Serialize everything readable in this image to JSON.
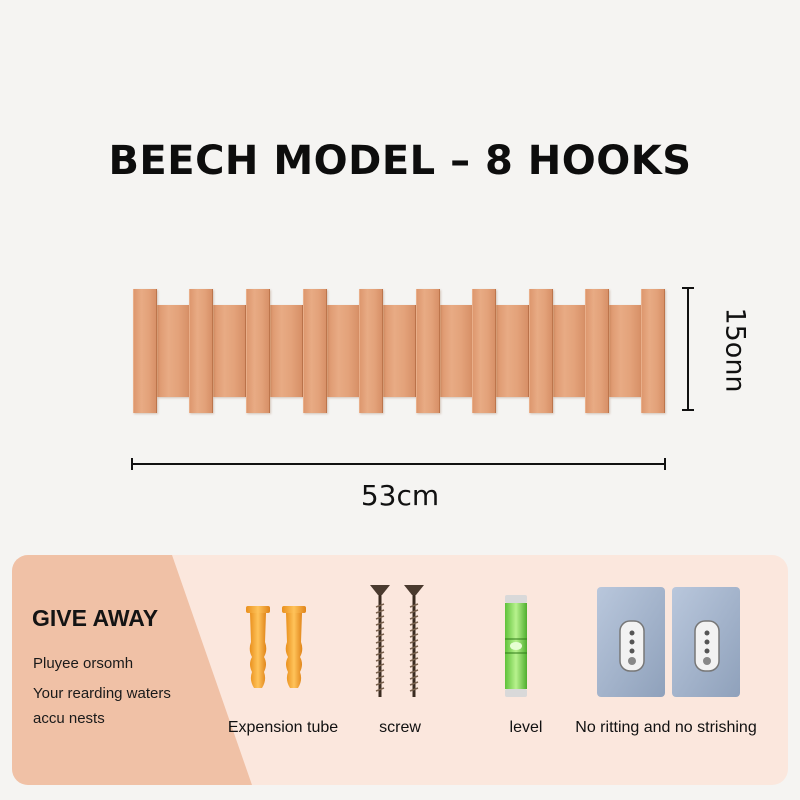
{
  "title": "BEECH MODEL – 8 HOOKS",
  "dimensions": {
    "height_label": "15onn",
    "width_label": "53cm"
  },
  "giveaway": {
    "heading": "GIVE AWAY",
    "lines": [
      "Pluyee orsomh",
      "Your rearding waters",
      "accu nests"
    ]
  },
  "items": [
    {
      "label": "Expension tube",
      "icon": "expansion-tube-icon"
    },
    {
      "label": "screw",
      "icon": "screw-icon"
    },
    {
      "label": "level",
      "icon": "level-icon"
    },
    {
      "label": "No ritting and no strishing",
      "icon": "adhesive-hook-icon"
    }
  ],
  "colors": {
    "background": "#f5f4f2",
    "wood": "#e3a27a",
    "panel": "#fbe7dd",
    "panel_accent": "#f0c1a6",
    "level_liquid": "#7ed957"
  }
}
